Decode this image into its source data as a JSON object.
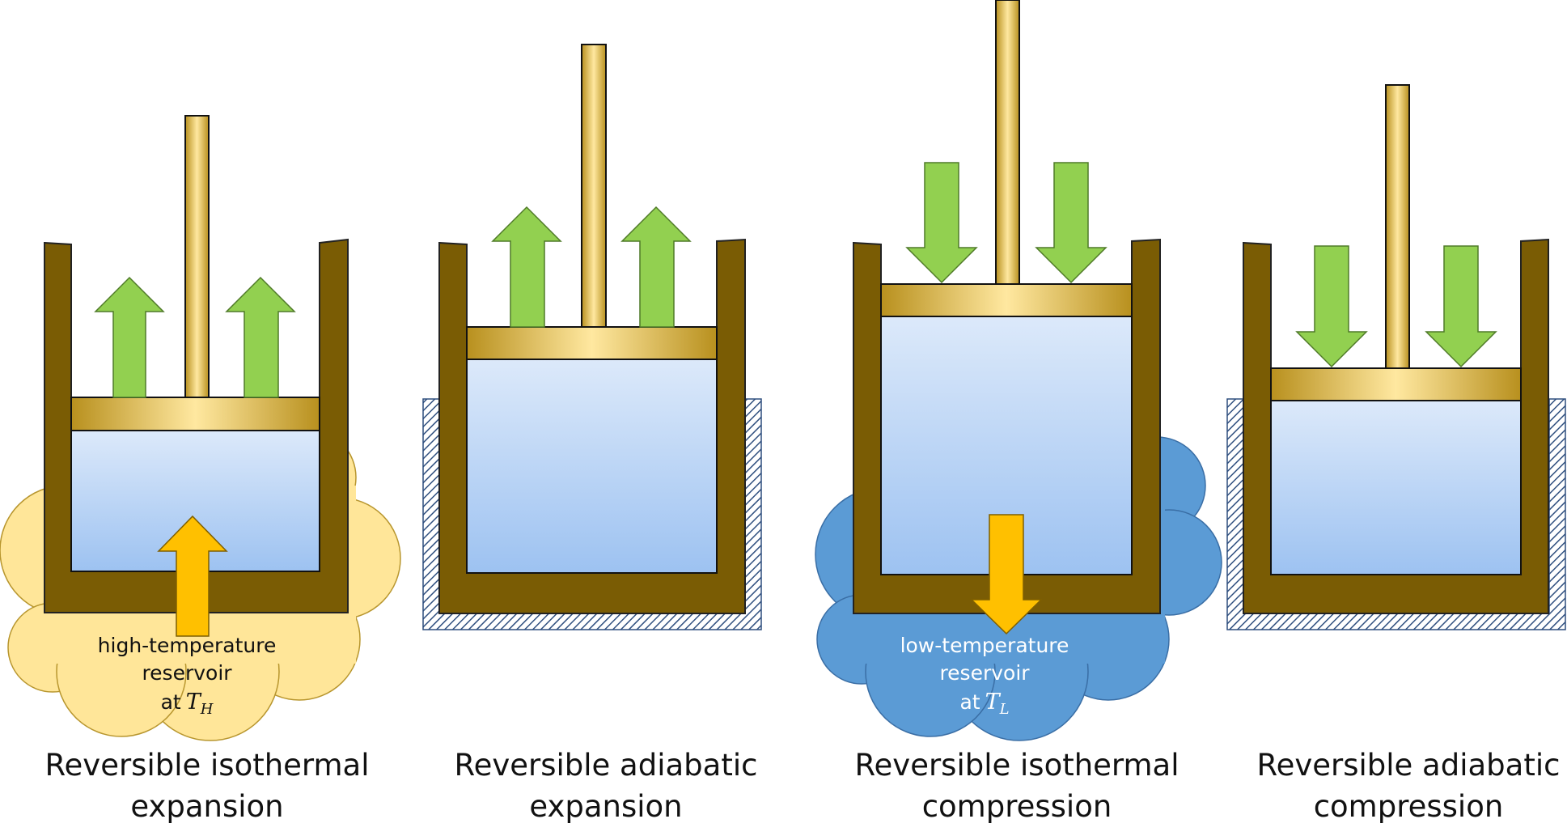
{
  "colors": {
    "cylinder_wall": "#7A5C04",
    "piston_gold": "#F5D98A",
    "gas_top": "#DCE9FA",
    "gas_bottom": "#9DC2F1",
    "work_arrow_green": "#92D050",
    "heat_arrow_orange": "#FFC000",
    "hot_reservoir": "#FFE699",
    "cold_reservoir": "#5B9BD5",
    "insulation_hatch": "#2F4F7F"
  },
  "stages": [
    {
      "caption_line1": "Reversible isothermal",
      "caption_line2": "expansion",
      "reservoir": {
        "kind": "hot",
        "line1": "high-temperature",
        "line2": "reservoir",
        "line3_prefix": "at",
        "symbol": "T",
        "subscript": "H"
      },
      "work_arrows": "up",
      "heat_arrow": "into-gas"
    },
    {
      "caption_line1": "Reversible adiabatic",
      "caption_line2": "expansion",
      "reservoir": null,
      "insulated": true,
      "work_arrows": "up",
      "heat_arrow": "none"
    },
    {
      "caption_line1": "Reversible isothermal",
      "caption_line2": "compression",
      "reservoir": {
        "kind": "cold",
        "line1": "low-temperature",
        "line2": "reservoir",
        "line3_prefix": "at",
        "symbol": "T",
        "subscript": "L"
      },
      "work_arrows": "down",
      "heat_arrow": "out-of-gas"
    },
    {
      "caption_line1": "Reversible adiabatic",
      "caption_line2": "compression",
      "reservoir": null,
      "insulated": true,
      "work_arrows": "down",
      "heat_arrow": "none"
    }
  ]
}
